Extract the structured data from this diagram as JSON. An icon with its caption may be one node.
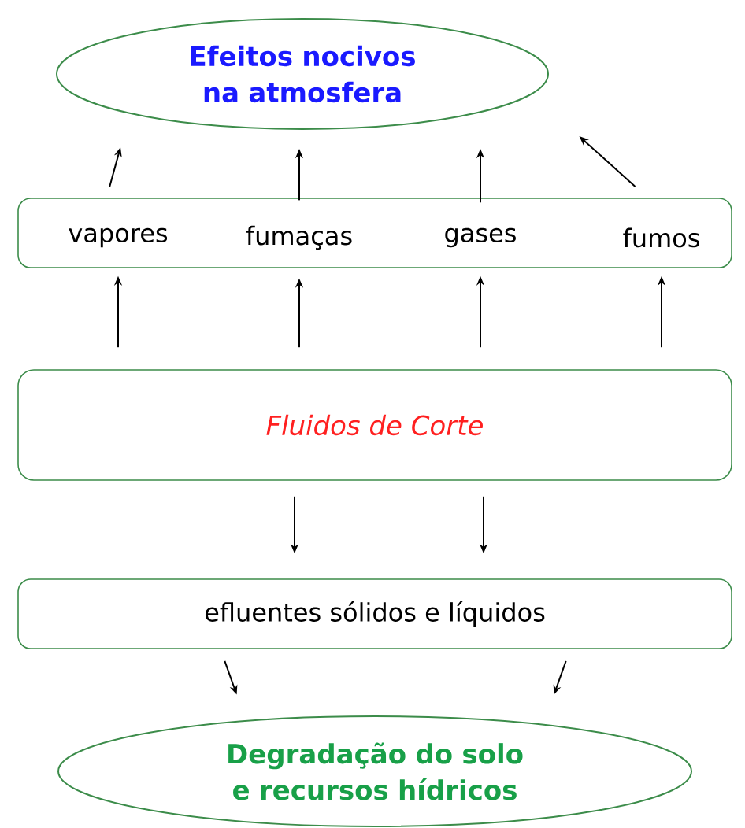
{
  "diagram": {
    "nodes": [
      {
        "text": [
          "Efeitos nocivos na atmosfera"
        ]
      },
      {
        "text": [],
        "shape": "box"
      },
      {
        "text": [
          "vapores"
        ],
        "in": 1
      },
      {
        "text": [
          "fumaças"
        ],
        "in": 1
      },
      {
        "text": [
          "gases"
        ],
        "in": 1
      },
      {
        "text": [
          "fumos"
        ],
        "in": 1
      },
      {
        "text": [
          "Fluidos de Corte"
        ]
      },
      {
        "text": [
          "efluentes sólidos e líquidos"
        ]
      },
      {
        "text": [
          "Degradação do solo e recursos hídricos"
        ]
      }
    ],
    "edges": [
      {
        "from": 2,
        "to": 0,
        "arrow": "to"
      },
      {
        "from": 3,
        "to": 0,
        "arrow": "to"
      },
      {
        "from": 4,
        "to": 0,
        "arrow": "to"
      },
      {
        "from": 5,
        "to": 0,
        "arrow": "to"
      },
      {
        "from": 6,
        "to": 2,
        "arrow": "to"
      },
      {
        "from": 6,
        "to": 3,
        "arrow": "to"
      },
      {
        "from": 6,
        "to": 4,
        "arrow": "to"
      },
      {
        "from": 6,
        "to": 5,
        "arrow": "to"
      },
      {
        "from": 6,
        "to": 7,
        "arrow": "to"
      },
      {
        "from": 6,
        "to": 7,
        "arrow": "to"
      },
      {
        "from": 7,
        "to": 8,
        "arrow": "to"
      },
      {
        "from": 7,
        "to": 8,
        "arrow": "to"
      }
    ]
  }
}
